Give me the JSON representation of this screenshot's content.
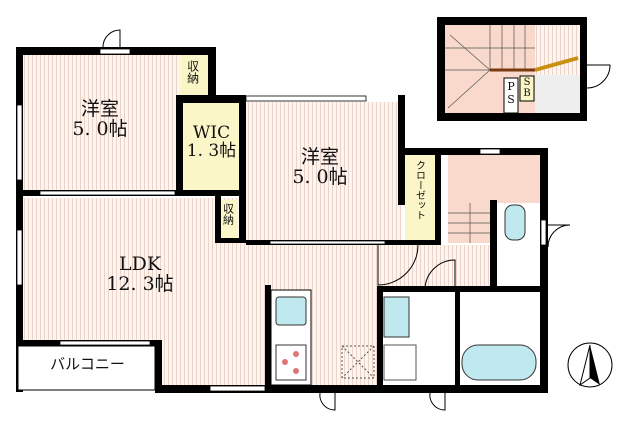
{
  "floor_plan": {
    "rooms": {
      "bedroom_1": {
        "name": "洋室",
        "size": "5. 0帖"
      },
      "wic": {
        "name": "WIC",
        "size": "1. 3帖"
      },
      "bedroom_2": {
        "name": "洋室",
        "size": "5. 0帖"
      },
      "ldk": {
        "name": "LDK",
        "size": "12. 3帖"
      },
      "balcony": {
        "name": "バルコニー"
      },
      "storage_1": {
        "name": "収納"
      },
      "storage_2": {
        "name": "収納"
      },
      "closet": {
        "name": "クローゼット"
      },
      "ps": {
        "name": "PS"
      },
      "sb": {
        "name": "SB"
      }
    },
    "colors": {
      "wall": "#000000",
      "floor": "#fbeee8",
      "floor_stripe": "#ecd3c8",
      "storage": "#fbf6c8",
      "stairs": "#f8d9cb",
      "fixtures": "#bfe8ef",
      "landing_step": "#c8900e"
    },
    "compass": "north-arrow-icon"
  }
}
